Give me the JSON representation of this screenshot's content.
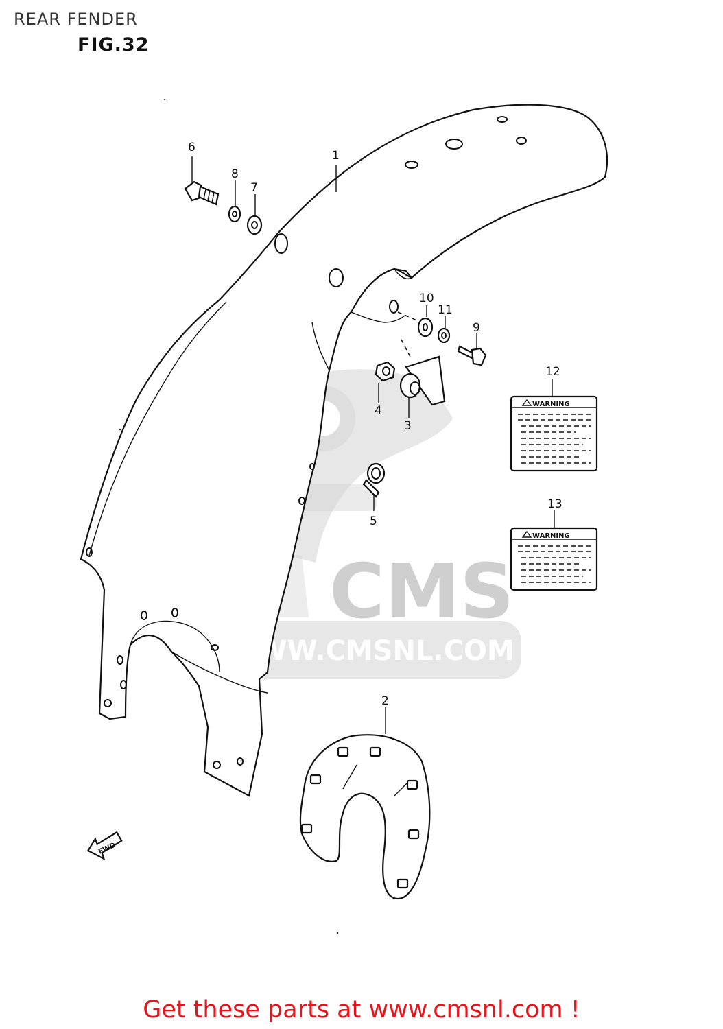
{
  "header": {
    "title": "REAR FENDER",
    "figure": "FIG.32"
  },
  "callouts": [
    "1",
    "2",
    "3",
    "4",
    "5",
    "6",
    "7",
    "8",
    "9",
    "10",
    "11",
    "12",
    "13"
  ],
  "warning_labels": [
    {
      "callout": "12",
      "heading": "WARNING"
    },
    {
      "callout": "13",
      "heading": "WARNING"
    }
  ],
  "fwd_arrow": "FWD",
  "watermark": {
    "logo_text": "CMS",
    "url_text": "WWW.CMSNL.COM"
  },
  "footer": {
    "link_text": "Get these parts at www.cmsnl.com !",
    "color": "#e8141c"
  }
}
